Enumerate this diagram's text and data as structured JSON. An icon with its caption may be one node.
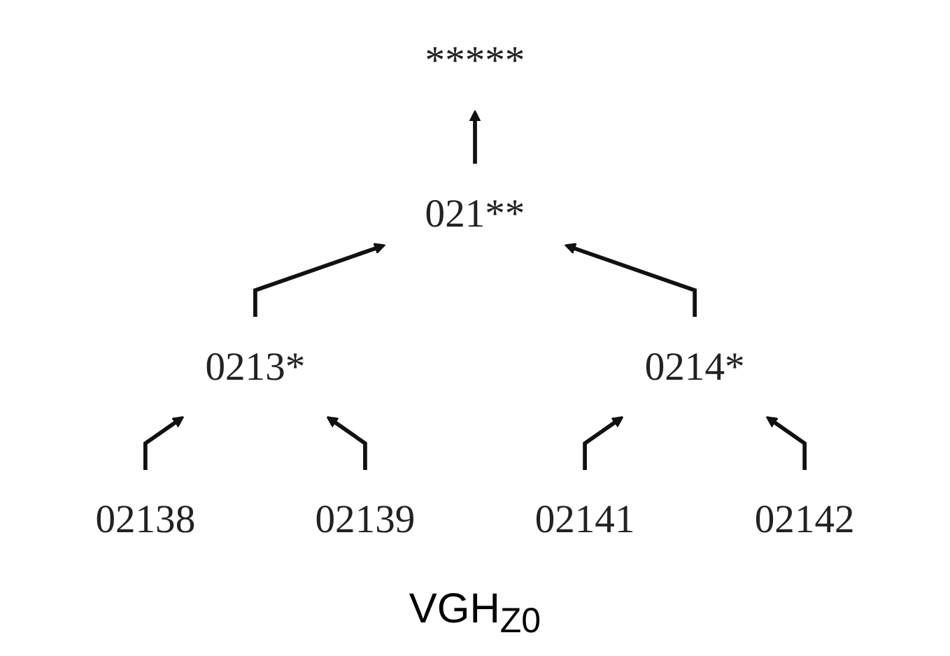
{
  "diagram": {
    "caption": "VGH$_{Z0}$",
    "nodes": [
      {
        "text": [
          "*****"
        ]
      },
      {
        "text": [
          "021**"
        ]
      },
      {
        "text": [
          "0213*"
        ]
      },
      {
        "text": [
          "0214*"
        ]
      },
      {
        "text": [
          "02138"
        ]
      },
      {
        "text": [
          "02139"
        ]
      },
      {
        "text": [
          "02141"
        ]
      },
      {
        "text": [
          "02142"
        ]
      }
    ],
    "edges": [
      {
        "from": 1,
        "to": 0,
        "arrow": "to"
      },
      {
        "from": 2,
        "to": 1,
        "arrow": "to"
      },
      {
        "from": 3,
        "to": 1,
        "arrow": "to"
      },
      {
        "from": 4,
        "to": 2,
        "arrow": "to"
      },
      {
        "from": 5,
        "to": 2,
        "arrow": "to"
      },
      {
        "from": 6,
        "to": 3,
        "arrow": "to"
      },
      {
        "from": 7,
        "to": 3,
        "arrow": "to"
      }
    ]
  }
}
